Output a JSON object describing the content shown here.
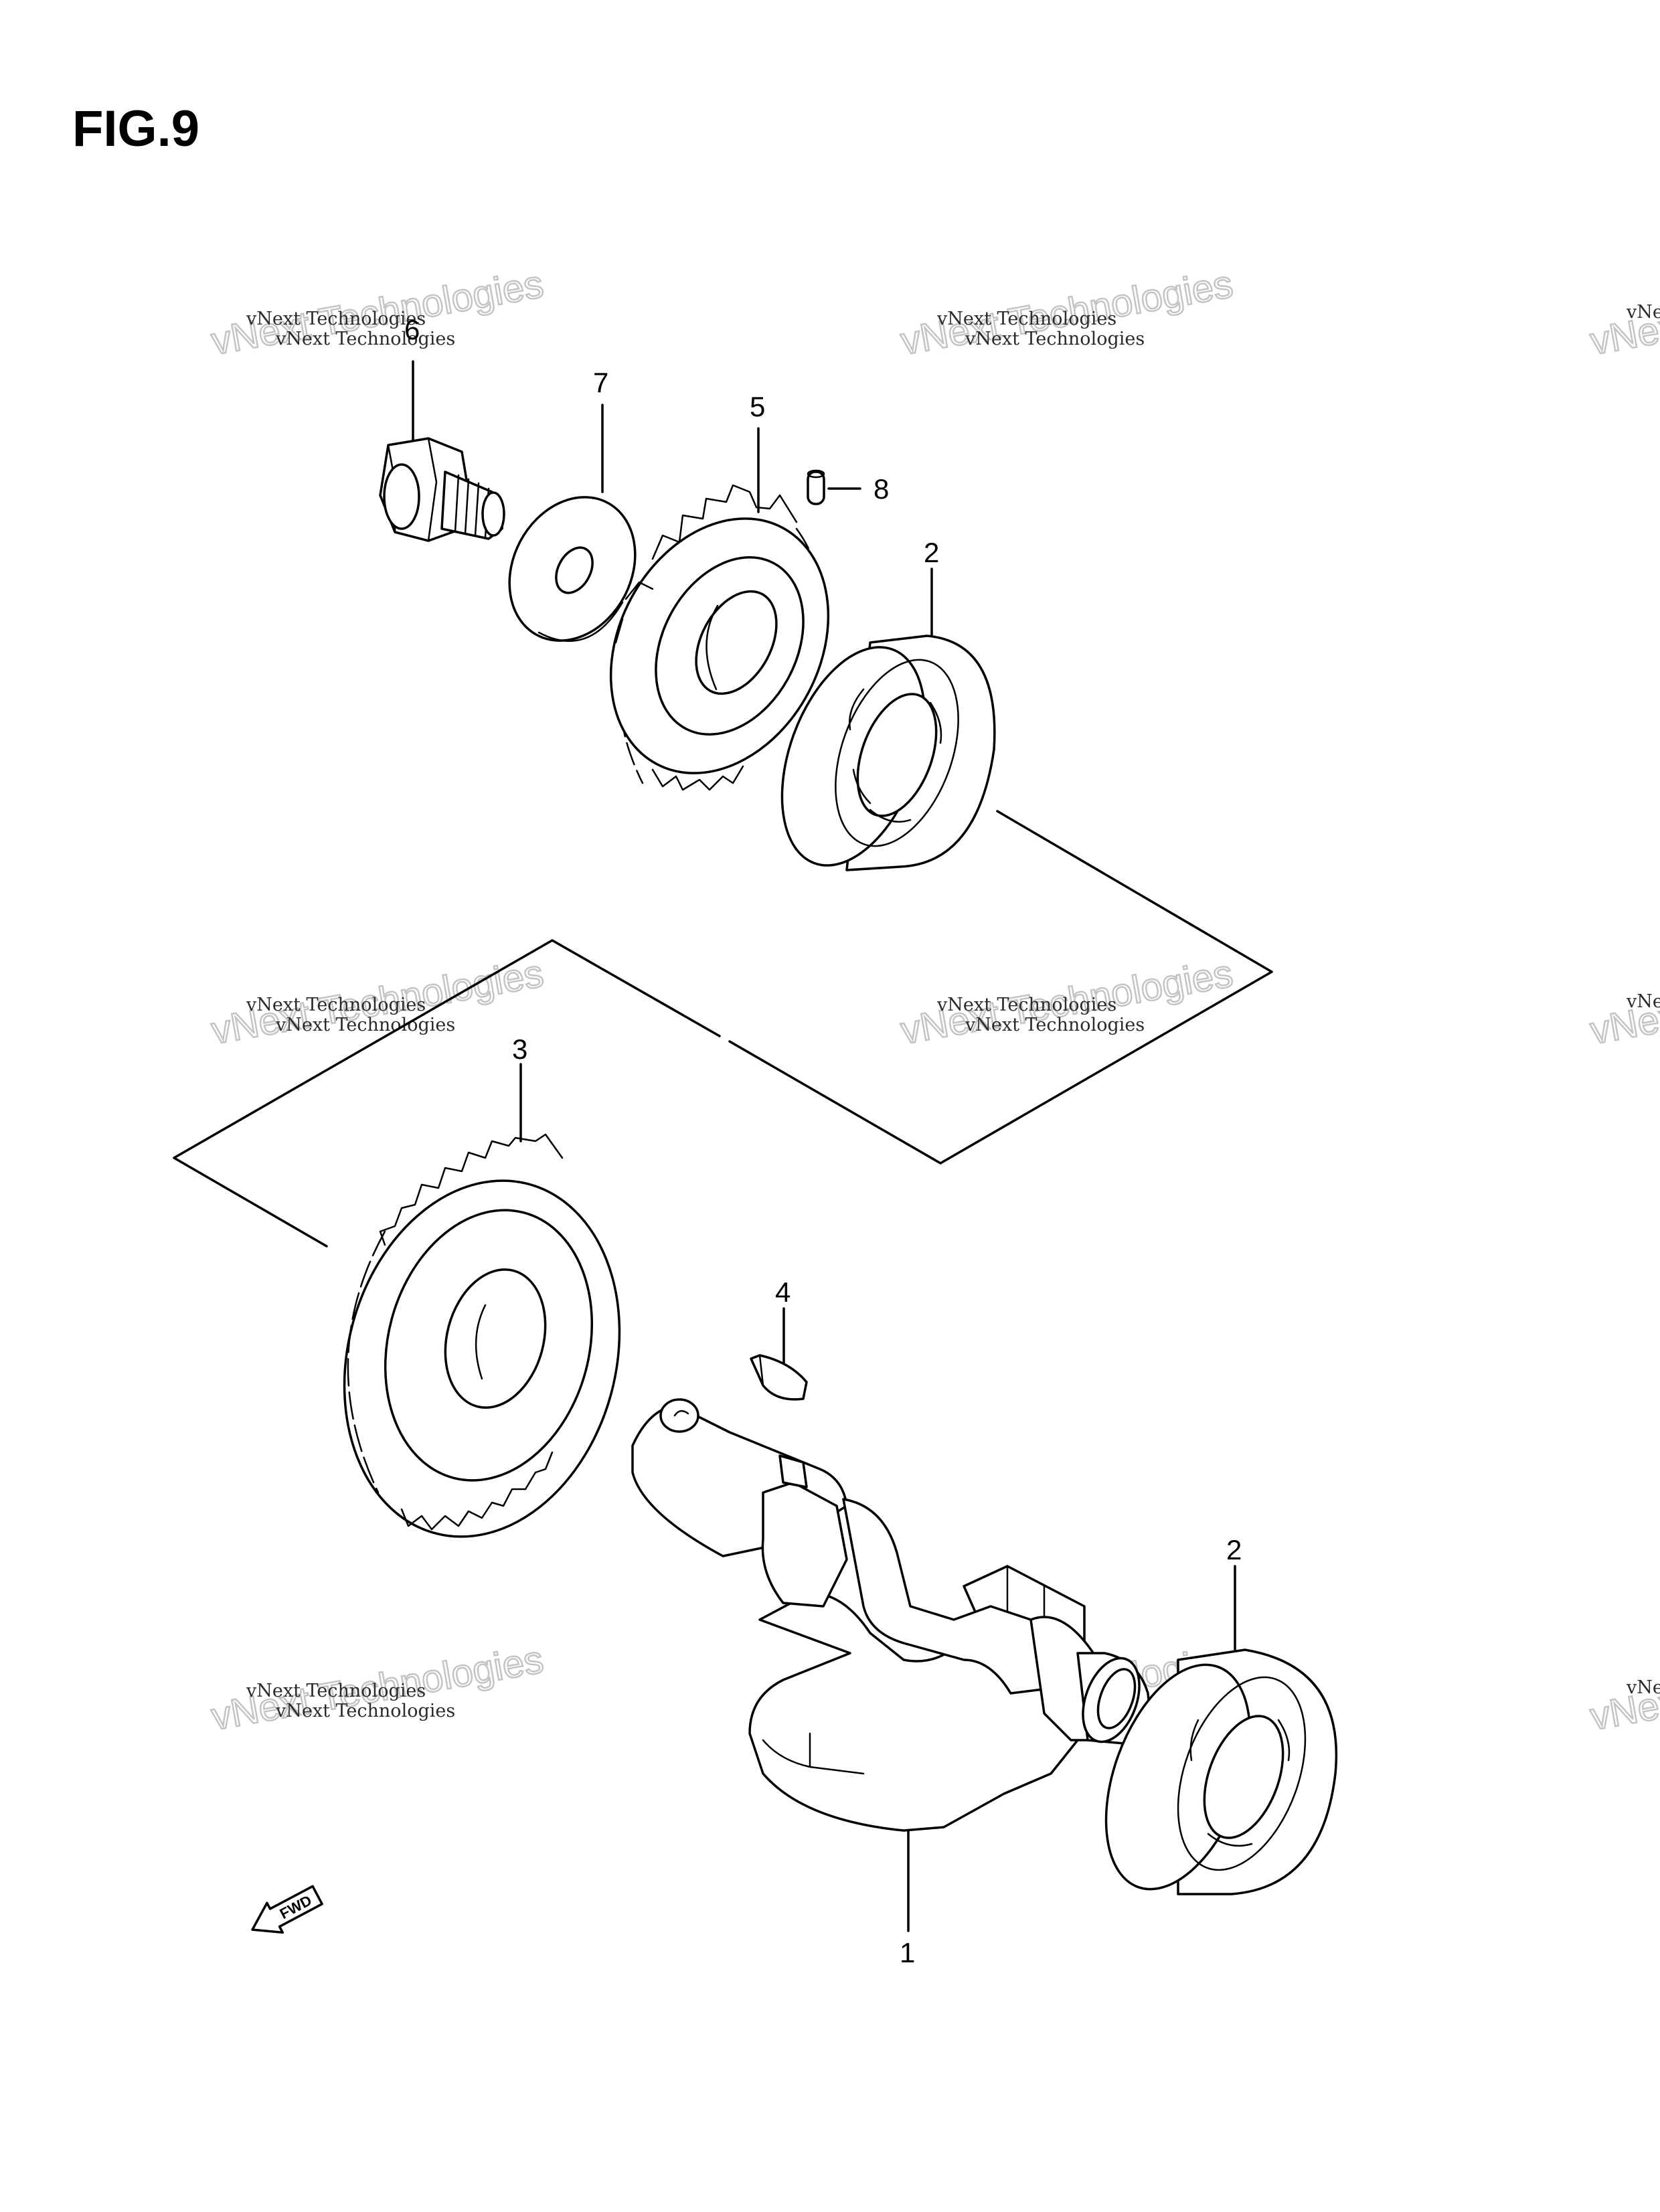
{
  "figure": {
    "title": "FIG.9"
  },
  "watermark": {
    "small_text": "vNext Technologies",
    "large_text": "vNext Technologies"
  },
  "callouts": {
    "part_1": "1",
    "part_2_upper": "2",
    "part_2_lower": "2",
    "part_3": "3",
    "part_4": "4",
    "part_5": "5",
    "part_6": "6",
    "part_7": "7",
    "part_8": "8"
  },
  "direction_arrow": {
    "label": "FWD"
  }
}
